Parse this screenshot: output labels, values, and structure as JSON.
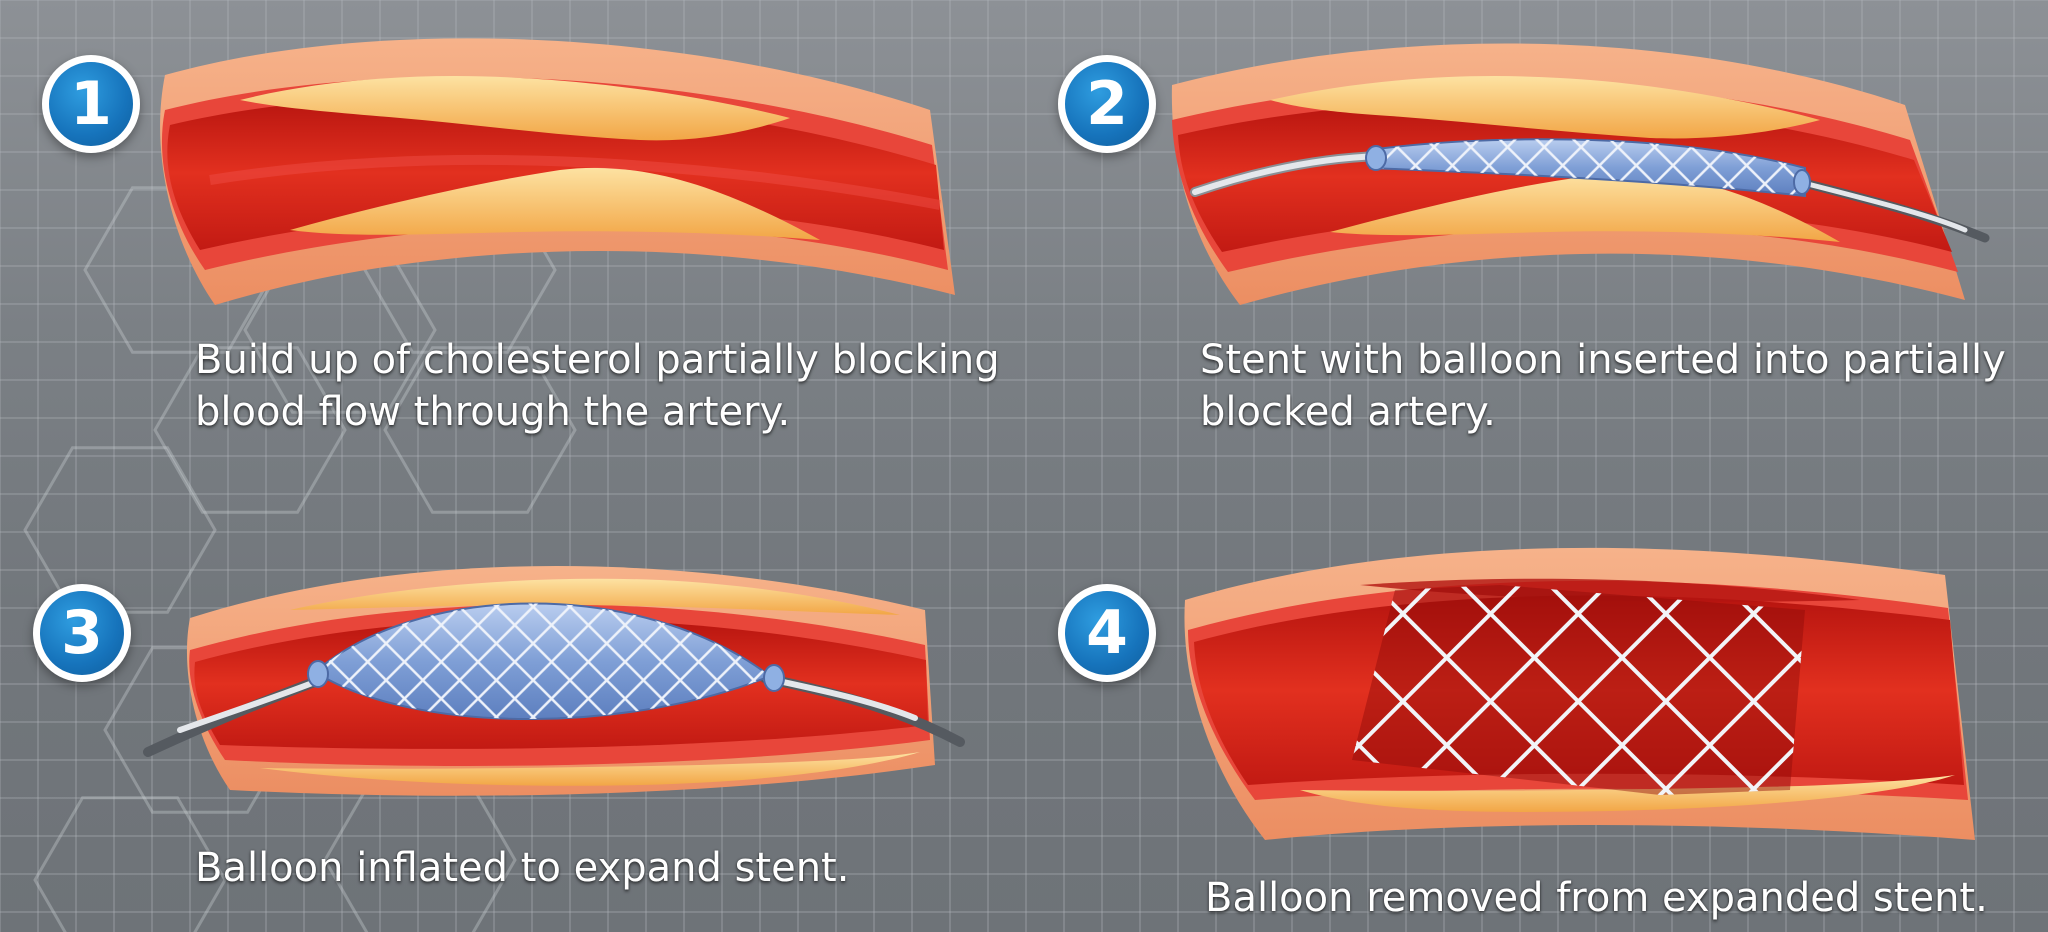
{
  "colors": {
    "blood": "#d9261f",
    "blood_dark": "#a3100d",
    "wall": "#f09a6c",
    "wall_inner": "#e8463a",
    "plaque": "#f5b65a",
    "plaque_light": "#fde2a2",
    "balloon": "#7f9fd6",
    "stent": "#e9eef7",
    "catheter": "#dfe3e8",
    "badge": "#1673bb"
  },
  "steps": [
    {
      "number": "1",
      "caption_line1": "Build up of cholesterol partially blocking",
      "caption_line2": "blood flow through the artery."
    },
    {
      "number": "2",
      "caption_line1": "Stent with balloon inserted into partially",
      "caption_line2": "blocked artery."
    },
    {
      "number": "3",
      "caption_line1": "Balloon inflated to expand stent.",
      "caption_line2": ""
    },
    {
      "number": "4",
      "caption_line1": "Balloon removed from expanded stent.",
      "caption_line2": ""
    }
  ]
}
